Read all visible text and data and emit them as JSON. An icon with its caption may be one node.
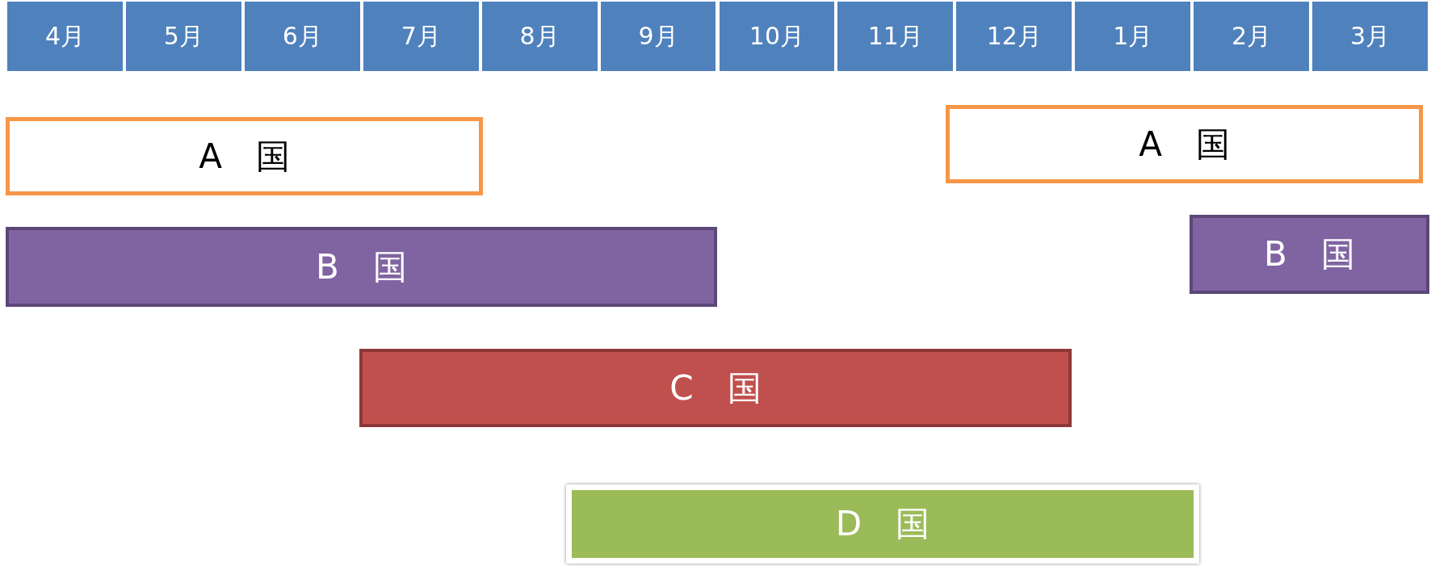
{
  "diagram": {
    "nodes": [
      {
        "text": [
          "4月"
        ]
      },
      {
        "text": [
          "5月"
        ]
      },
      {
        "text": [
          "6月"
        ]
      },
      {
        "text": [
          "7月"
        ]
      },
      {
        "text": [
          "8月"
        ]
      },
      {
        "text": [
          "9月"
        ]
      },
      {
        "text": [
          "10月"
        ]
      },
      {
        "text": [
          "11月"
        ]
      },
      {
        "text": [
          "12月"
        ]
      },
      {
        "text": [
          "1月"
        ]
      },
      {
        "text": [
          "2月"
        ]
      },
      {
        "text": [
          "3月"
        ]
      },
      {
        "text": [
          "A　国"
        ]
      },
      {
        "text": [
          "A　国"
        ]
      },
      {
        "text": [
          "B　国"
        ]
      },
      {
        "text": [
          "B　国"
        ]
      },
      {
        "text": [
          "C　国"
        ]
      },
      {
        "text": [
          "D　国"
        ]
      }
    ]
  }
}
